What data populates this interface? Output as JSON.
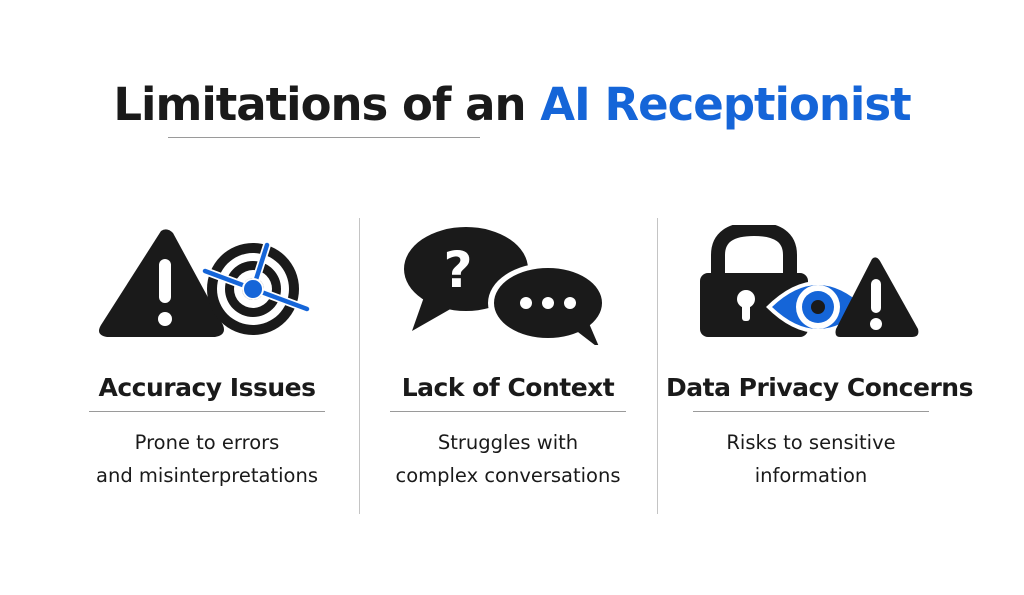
{
  "title": {
    "part1": "Limitations of an",
    "part2": "AI Receptionist"
  },
  "colors": {
    "accent": "#1565d8",
    "ink": "#1a1a1a",
    "rule": "#9a9a9a"
  },
  "columns": [
    {
      "heading": "Accuracy Issues",
      "desc_line1": "Prone to errors",
      "desc_line2": "and misinterpretations",
      "icons": [
        "warning-triangle-icon",
        "target-icon"
      ]
    },
    {
      "heading": "Lack of Context",
      "desc_line1": "Struggles with",
      "desc_line2": "complex conversations",
      "icons": [
        "question-bubble-icon",
        "ellipsis-bubble-icon"
      ]
    },
    {
      "heading": "Data Privacy Concerns",
      "desc_line1": "Risks to sensitive",
      "desc_line2": "information",
      "icons": [
        "padlock-icon",
        "eye-icon",
        "warning-triangle-icon"
      ]
    }
  ]
}
